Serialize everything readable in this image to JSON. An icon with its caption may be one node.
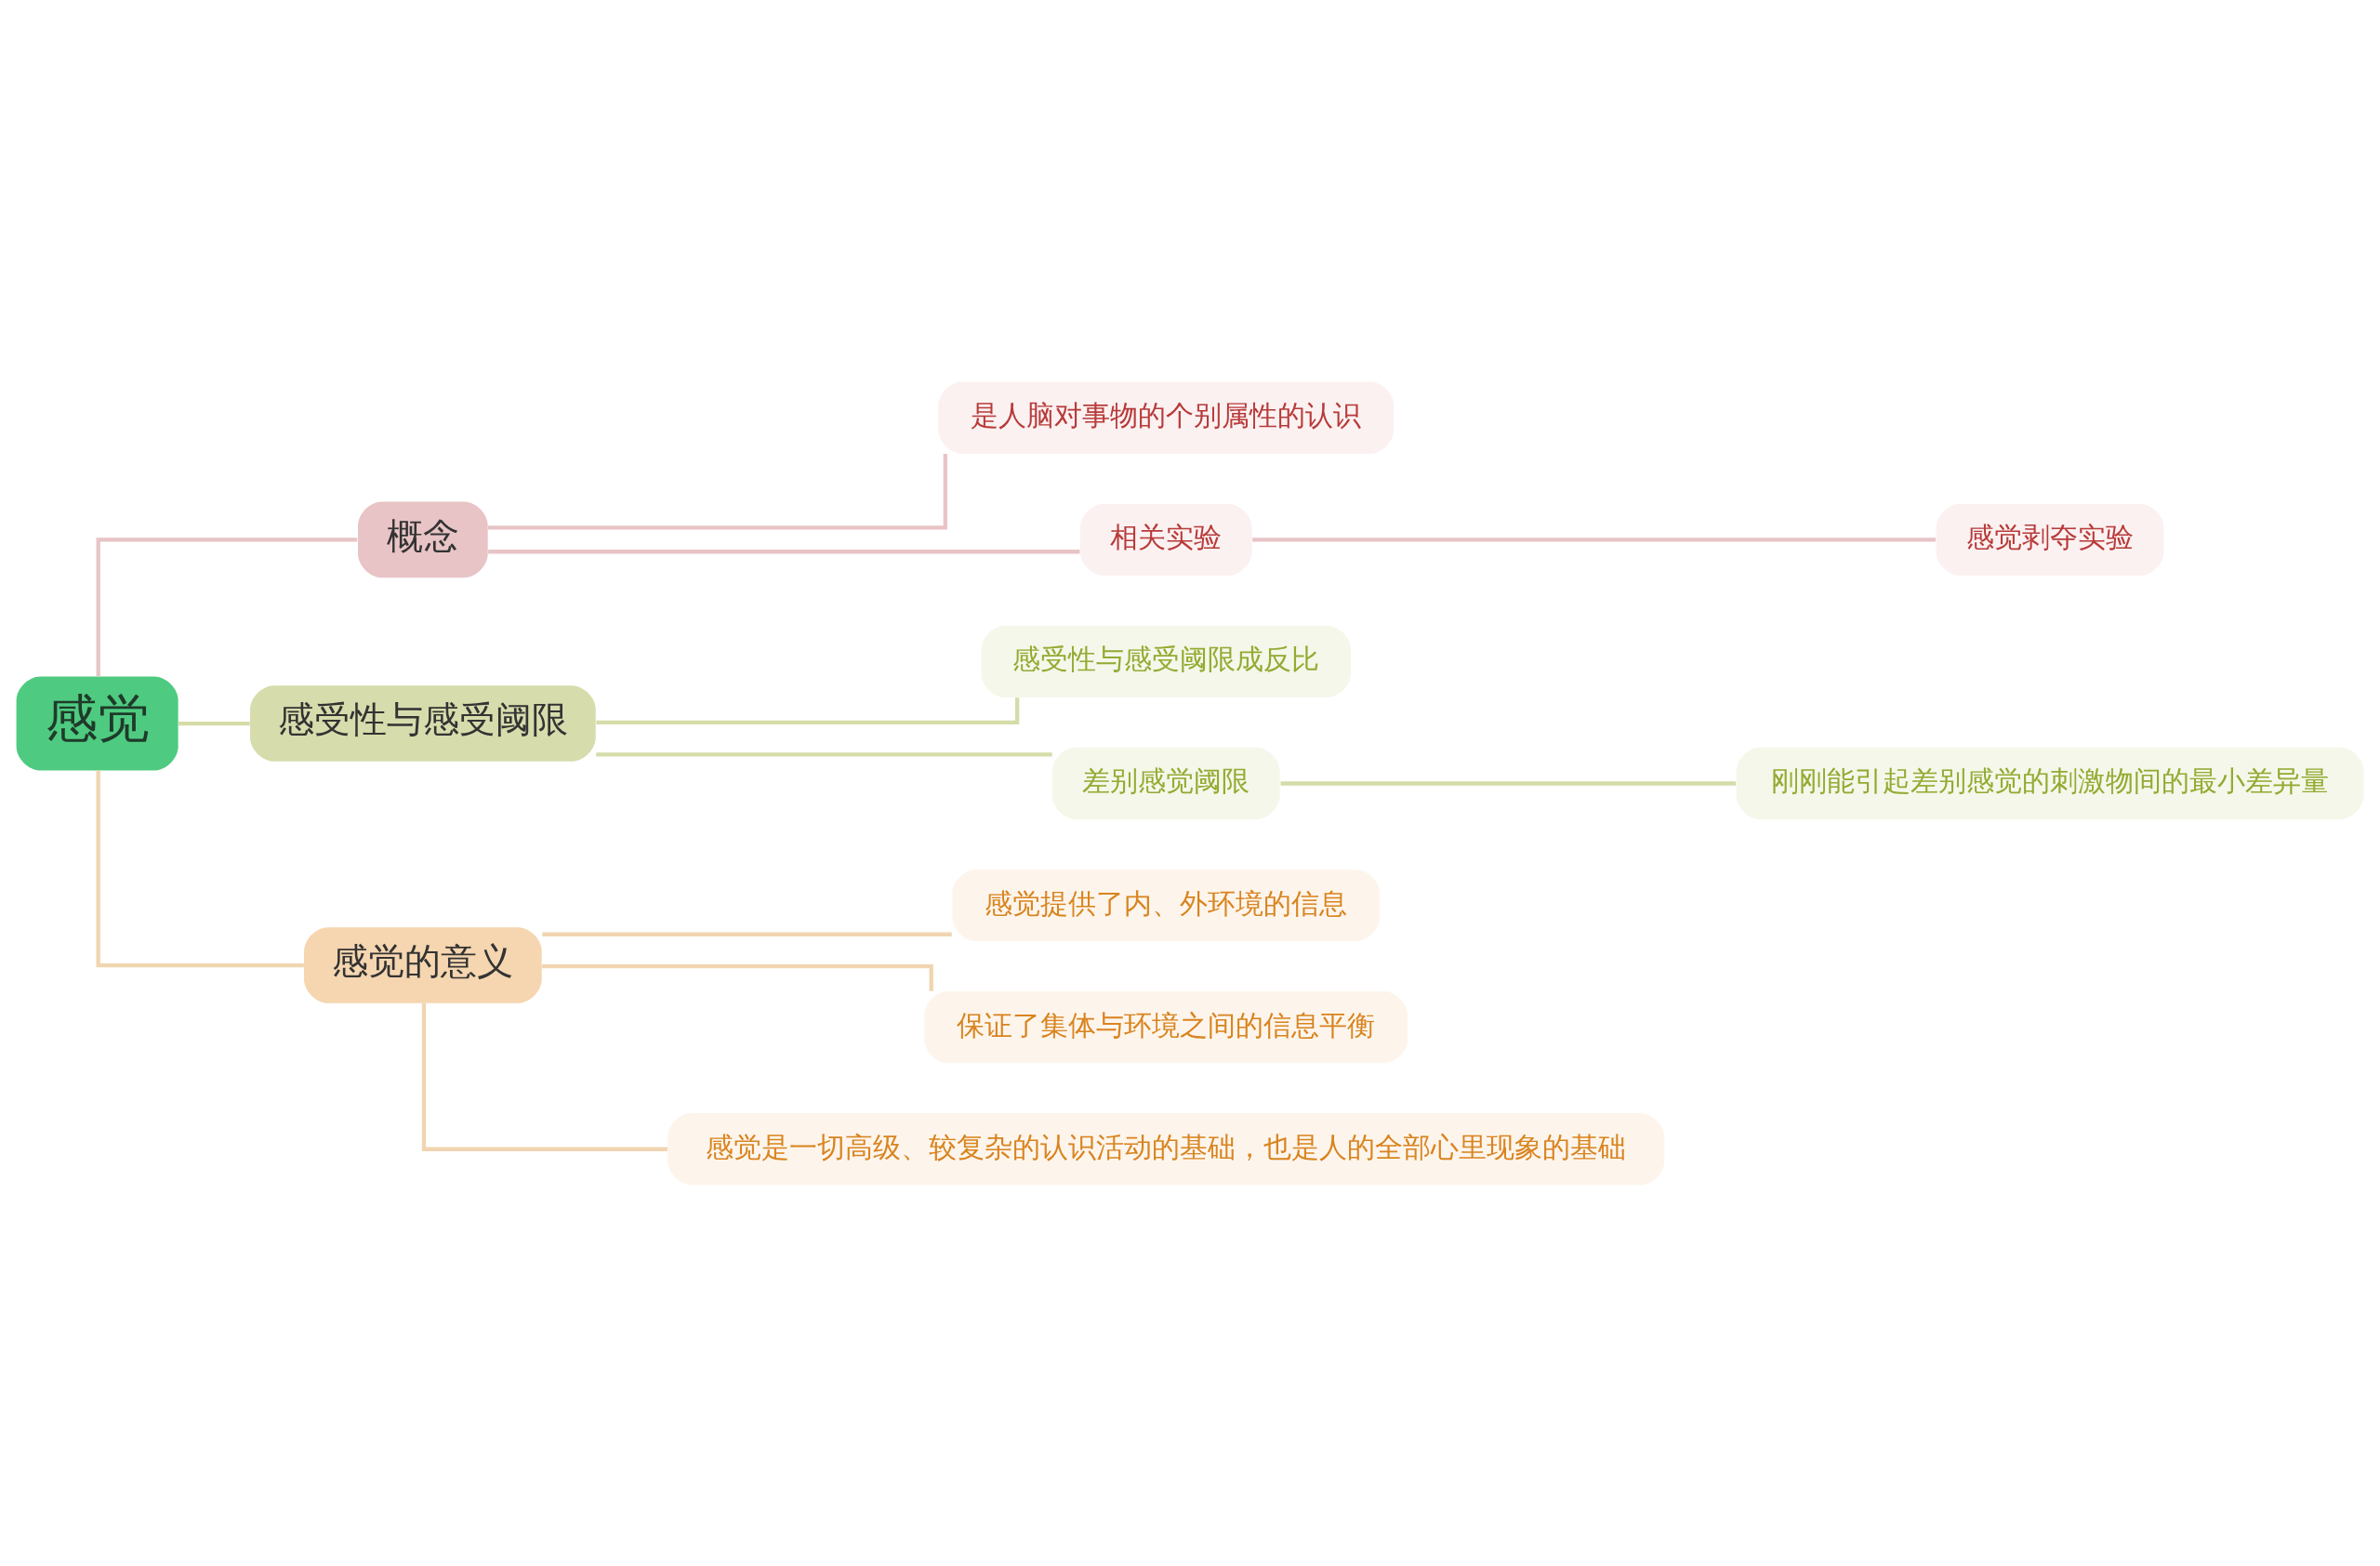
{
  "diagram": {
    "nodes": [
      {
        "text": [
          "感觉"
        ]
      },
      {
        "text": [
          "概念"
        ]
      },
      {
        "text": [
          "是人脑对事物的个别属性的认识"
        ]
      },
      {
        "text": [
          "相关实验"
        ]
      },
      {
        "text": [
          "感觉剥夺实验"
        ]
      },
      {
        "text": [
          "感受性与感受阈限"
        ]
      },
      {
        "text": [
          "感受性与感受阈限成反比"
        ]
      },
      {
        "text": [
          "差别感觉阈限"
        ]
      },
      {
        "text": [
          "刚刚能引起差别感觉的刺激物间的最小差异量"
        ]
      },
      {
        "text": [
          "感觉的意义"
        ]
      },
      {
        "text": [
          "感觉提供了内、外环境的信息"
        ]
      },
      {
        "text": [
          "保证了集体与环境之间的信息平衡"
        ]
      },
      {
        "text": [
          "感觉是一切高级、较复杂的认识活动的基础，也是人的全部心里现象的基础"
        ]
      }
    ],
    "edges": [
      {
        "from": 0,
        "to": 1,
        "arrow": "none",
        "color": "#e8c4c6"
      },
      {
        "from": 1,
        "to": 2,
        "arrow": "none",
        "color": "#e8c4c6"
      },
      {
        "from": 1,
        "to": 3,
        "arrow": "none",
        "color": "#e8c4c6"
      },
      {
        "from": 3,
        "to": 4,
        "arrow": "none",
        "color": "#e8c4c6"
      },
      {
        "from": 0,
        "to": 5,
        "arrow": "none",
        "color": "#d5dca8"
      },
      {
        "from": 5,
        "to": 6,
        "arrow": "none",
        "color": "#d5dca8"
      },
      {
        "from": 5,
        "to": 7,
        "arrow": "none",
        "color": "#d5dca8"
      },
      {
        "from": 7,
        "to": 8,
        "arrow": "none",
        "color": "#d5dca8"
      },
      {
        "from": 0,
        "to": 9,
        "arrow": "none",
        "color": "#f0d5b0"
      },
      {
        "from": 9,
        "to": 10,
        "arrow": "none",
        "color": "#f0d5b0"
      },
      {
        "from": 9,
        "to": 11,
        "arrow": "none",
        "color": "#f0d5b0"
      },
      {
        "from": 9,
        "to": 12,
        "arrow": "none",
        "color": "#f0d5b0"
      }
    ]
  }
}
